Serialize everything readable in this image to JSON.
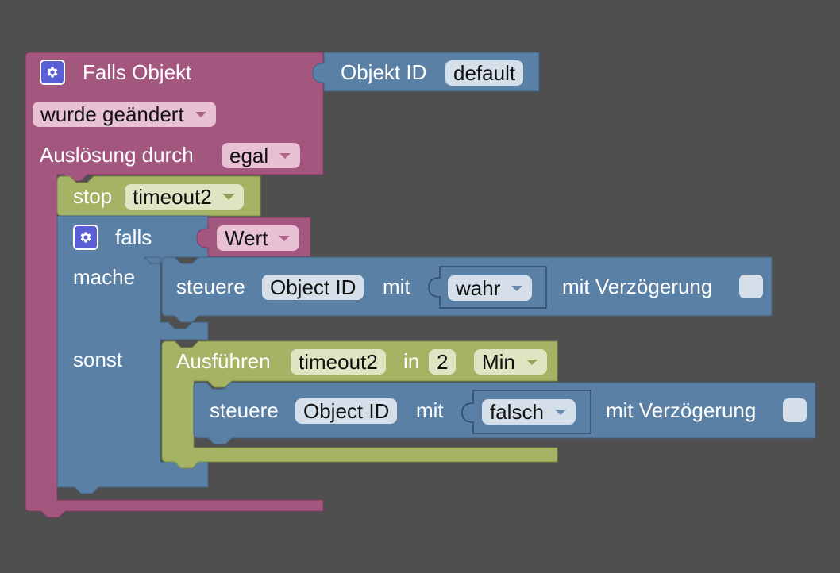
{
  "colors": {
    "event_block": "#a3577f",
    "control_block": "#5b80a5",
    "timeout_block": "#a5b365",
    "background": "#4f4f4f"
  },
  "event_block": {
    "title": "Falls Objekt",
    "trigger_value": "wurde geändert",
    "trigger_label": "Auslösung durch",
    "trigger_by_value": "egal",
    "gear_icon": "gear-icon"
  },
  "object_id_block": {
    "label": "Objekt ID",
    "value": "default"
  },
  "stop_block": {
    "label": "stop",
    "timer_value": "timeout2"
  },
  "if_block": {
    "label": "falls",
    "do_label": "mache",
    "else_label": "sonst",
    "gear_icon": "gear-icon",
    "condition_value": "Wert"
  },
  "control_then": {
    "label": "steuere",
    "object_id": "Object ID",
    "with_label": "mit",
    "value": "wahr",
    "delay_label": "mit Verzögerung",
    "delay_checked": false
  },
  "timeout_block": {
    "label": "Ausführen",
    "timer_value": "timeout2",
    "in_label": "in",
    "amount": "2",
    "unit": "Min"
  },
  "control_else": {
    "label": "steuere",
    "object_id": "Object ID",
    "with_label": "mit",
    "value": "falsch",
    "delay_label": "mit Verzögerung",
    "delay_checked": false
  }
}
